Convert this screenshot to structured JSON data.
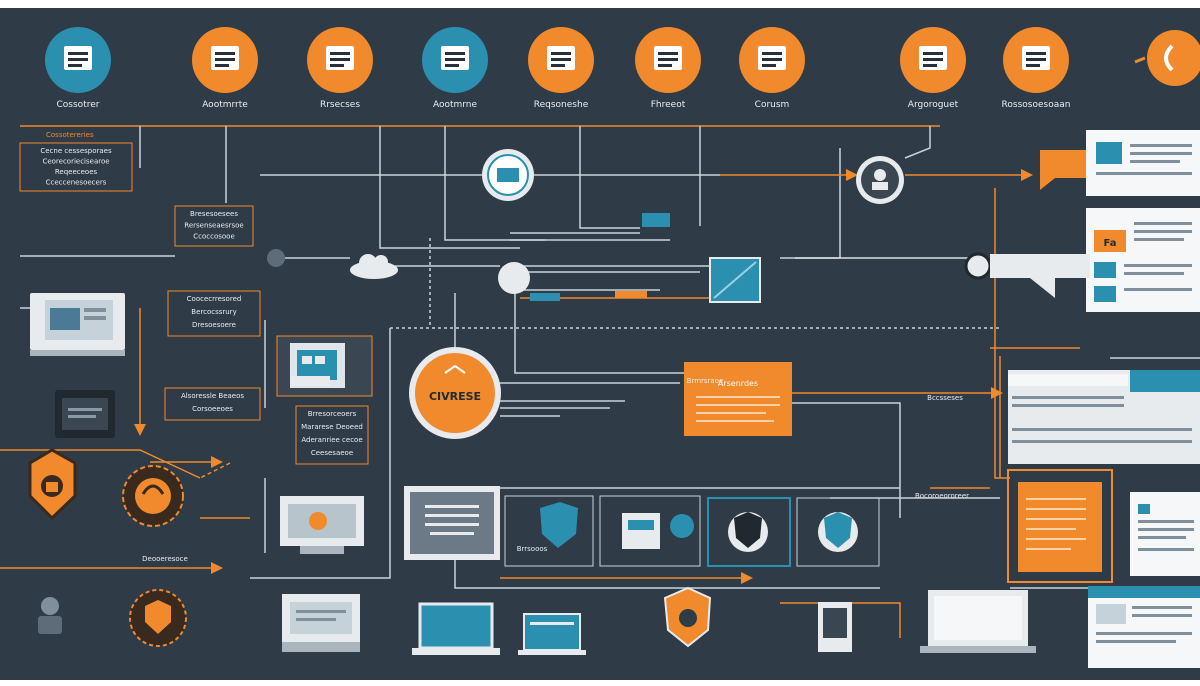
{
  "colors": {
    "board": "#2f3b47",
    "orange": "#f08a2c",
    "teal": "#2b8fb0",
    "panel": "#e7ebee",
    "dark": "#26313b",
    "light_line": "#c9d3da"
  },
  "top_icons": [
    {
      "label": "Cossotrer",
      "icon": "building-icon",
      "bg": "teal"
    },
    {
      "label": "Aootmrrte",
      "icon": "wrench-icon",
      "bg": "orange"
    },
    {
      "label": "Rrsecses",
      "icon": "printer-icon",
      "bg": "orange"
    },
    {
      "label": "Aootmrne",
      "icon": "calculator-icon",
      "bg": "teal"
    },
    {
      "label": "Reqsoneshe",
      "icon": "handshake-icon",
      "bg": "orange"
    },
    {
      "label": "Fhreeot",
      "icon": "document-icon",
      "bg": "orange"
    },
    {
      "label": "Corusm",
      "icon": "storefront-icon",
      "bg": "orange"
    },
    {
      "label": "Argoroguet",
      "icon": "house-icon",
      "bg": "orange"
    },
    {
      "label": "Rossosoesoaan",
      "icon": "laptop-icon",
      "bg": "orange"
    }
  ],
  "left_boxes": [
    {
      "title": "Cossotereries",
      "lines": [
        "Cecne cessesporaes",
        "Ceorecoriecisearoe",
        "Reqeeceoes",
        "Cceccenesoecers"
      ]
    },
    {
      "lines": [
        "Bresesoesees",
        "Rersenseaesrsoe",
        "Ccoccosooe"
      ]
    },
    {
      "lines": [
        "Coocecrresored",
        "Bercocssrury",
        "Dresoesoere"
      ]
    },
    {
      "lines": [
        "Alsoressle Beaeos",
        "Corsoeeoes"
      ]
    },
    {
      "lines": [
        "Brresorceoers",
        "Mararese Deoeed",
        "Aderanriee cecoe",
        "Ceesesaeoe"
      ]
    }
  ],
  "center_node": {
    "label": "CIVRESE"
  },
  "orange_card": {
    "title": "Arsenrdes"
  },
  "small_labels": [
    "Bccsseses",
    "Deooeresoce",
    "Brmrsraoe",
    "Brrsooos",
    "Bocoroeororeer"
  ],
  "right_card": {
    "badge": "Fa"
  }
}
